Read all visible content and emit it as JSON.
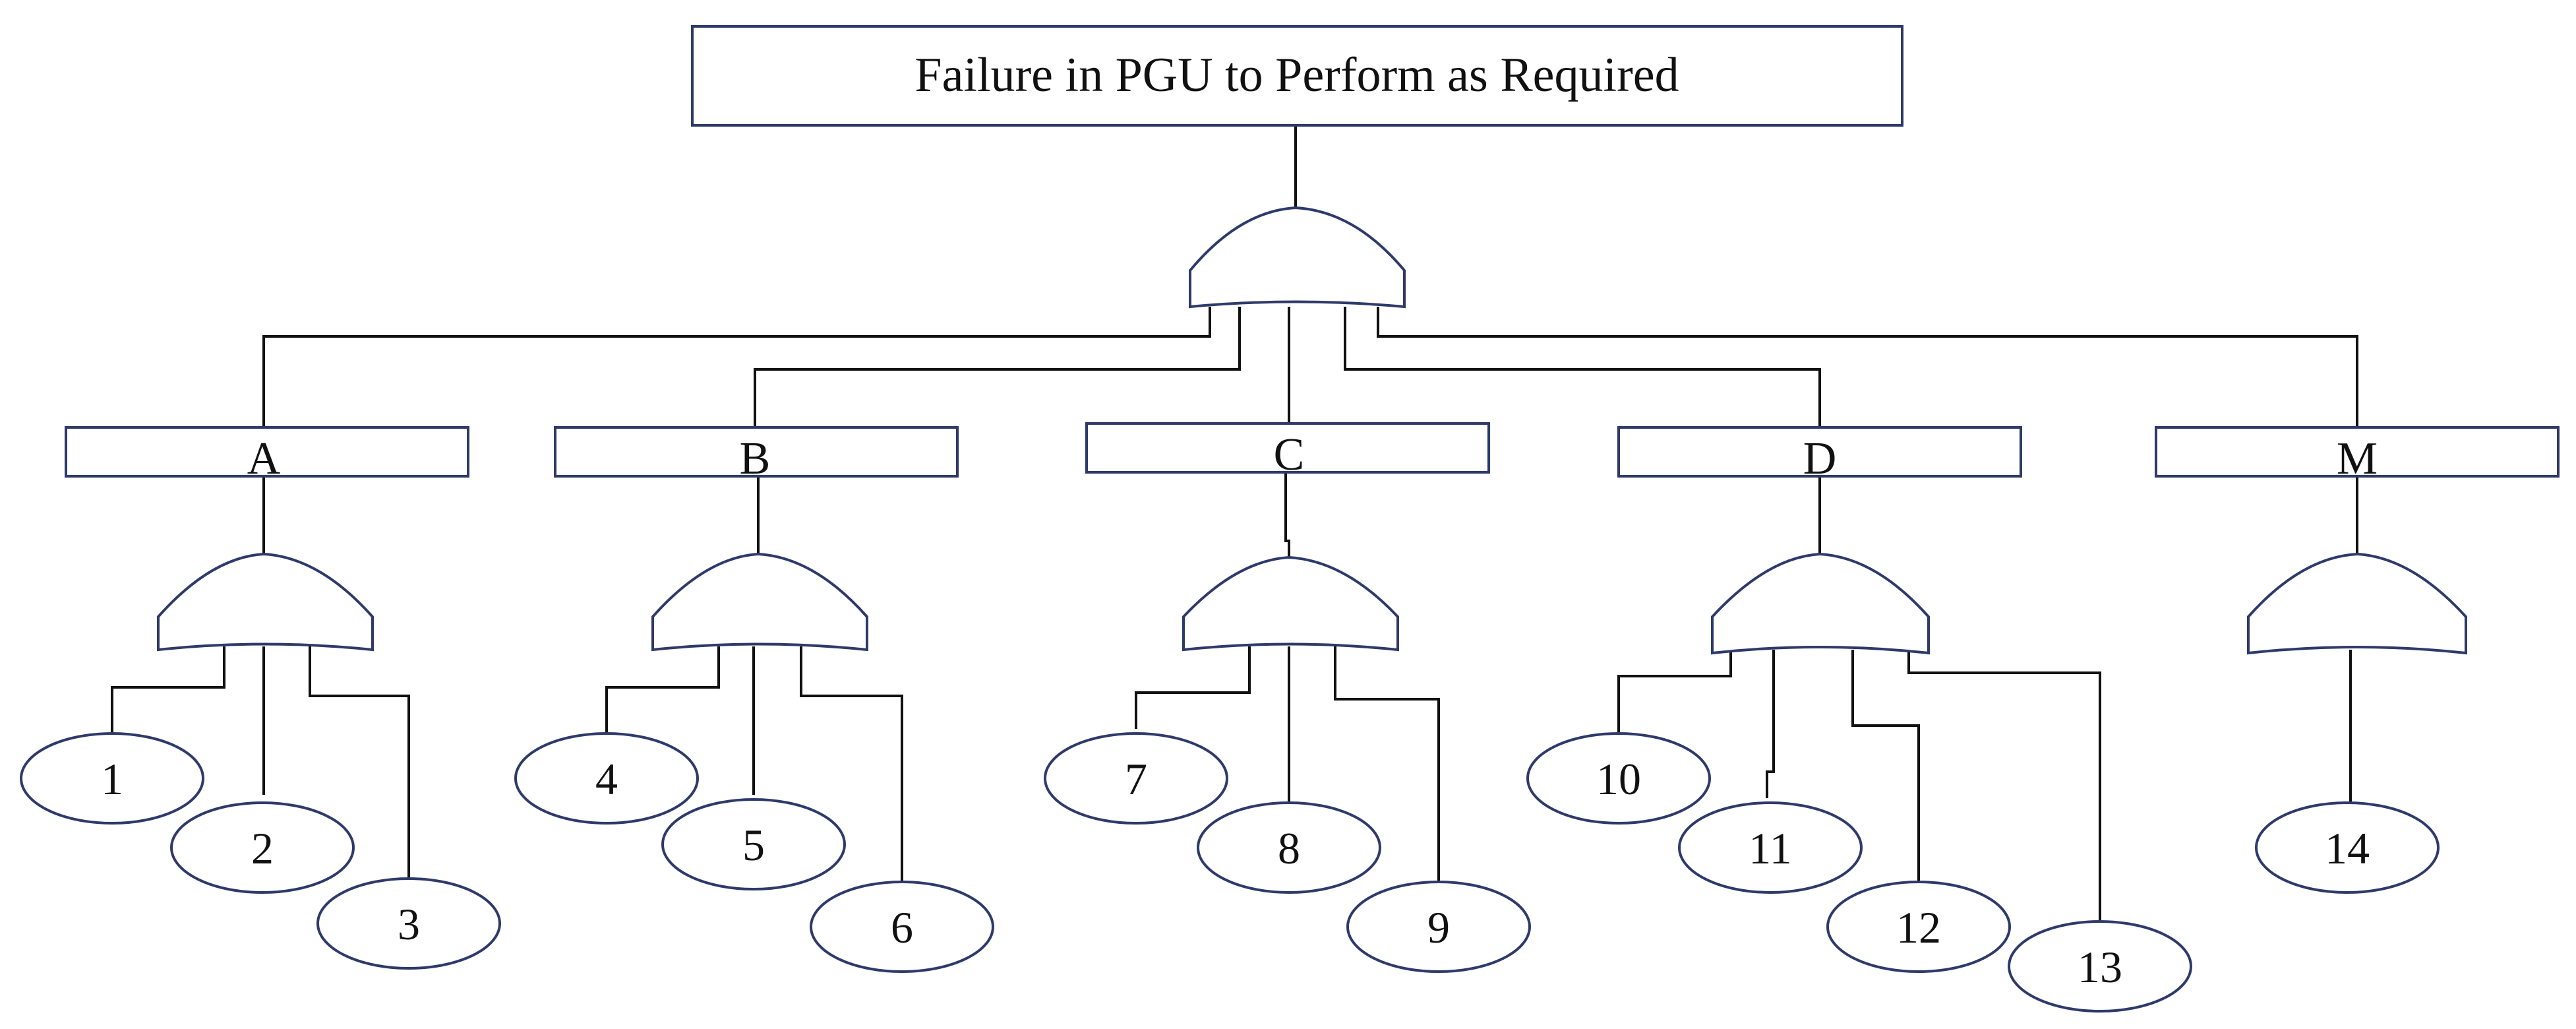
{
  "top_event": "Failure in PGU to Perform as Required",
  "subsystems": [
    {
      "label": "A",
      "basic_events": [
        "1",
        "2",
        "3"
      ]
    },
    {
      "label": "B",
      "basic_events": [
        "4",
        "5",
        "6"
      ]
    },
    {
      "label": "C",
      "basic_events": [
        "7",
        "8",
        "9"
      ]
    },
    {
      "label": "D",
      "basic_events": [
        "10",
        "11",
        "12",
        "13"
      ]
    },
    {
      "label": "M",
      "basic_events": [
        "14"
      ]
    }
  ],
  "colors": {
    "box_stroke": "#2e3a6a",
    "line": "#111111",
    "background": "#ffffff"
  }
}
